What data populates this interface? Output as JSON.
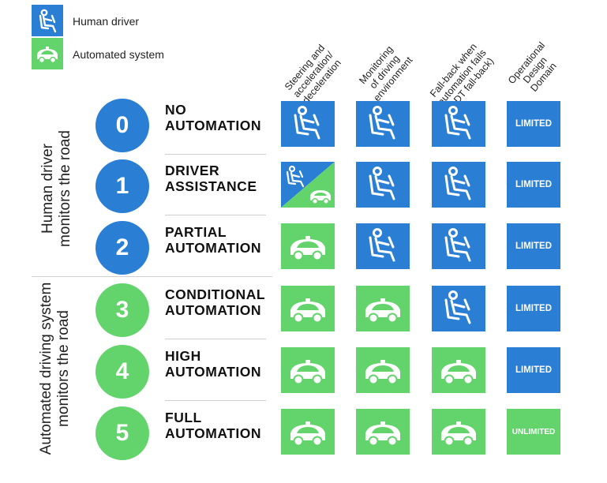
{
  "colors": {
    "human": "#2a7fd4",
    "system": "#63d46b"
  },
  "legend": {
    "human": {
      "label": "Human driver",
      "icon": "human-driver-icon"
    },
    "system": {
      "label": "Automated system",
      "icon": "car-icon"
    }
  },
  "columns": [
    "Steering and\nacceleration/\ndeceleration",
    "Monitoring\nof driving\nenvironment",
    "Fall-back when\nautomation fails\n(DDT fall-back)",
    "Operational\nDesign\nDomain"
  ],
  "groups": [
    {
      "label": "Human driver\nmonitors the road"
    },
    {
      "label": "Automated driving system\nmonitors the road"
    }
  ],
  "levels": [
    {
      "num": "0",
      "name": "NO\nAUTOMATION",
      "color": "human",
      "cells": [
        "human",
        "human",
        "human"
      ],
      "odd": "LIMITED"
    },
    {
      "num": "1",
      "name": "DRIVER\nASSISTANCE",
      "color": "human",
      "cells": [
        "mixed",
        "human",
        "human"
      ],
      "odd": "LIMITED"
    },
    {
      "num": "2",
      "name": "PARTIAL\nAUTOMATION",
      "color": "human",
      "cells": [
        "system",
        "human",
        "human"
      ],
      "odd": "LIMITED"
    },
    {
      "num": "3",
      "name": "CONDITIONAL\nAUTOMATION",
      "color": "system",
      "cells": [
        "system",
        "system",
        "human"
      ],
      "odd": "LIMITED"
    },
    {
      "num": "4",
      "name": "HIGH\nAUTOMATION",
      "color": "system",
      "cells": [
        "system",
        "system",
        "system"
      ],
      "odd": "LIMITED"
    },
    {
      "num": "5",
      "name": "FULL\nAUTOMATION",
      "color": "system",
      "cells": [
        "system",
        "system",
        "system"
      ],
      "odd": "UNLIMITED"
    }
  ]
}
